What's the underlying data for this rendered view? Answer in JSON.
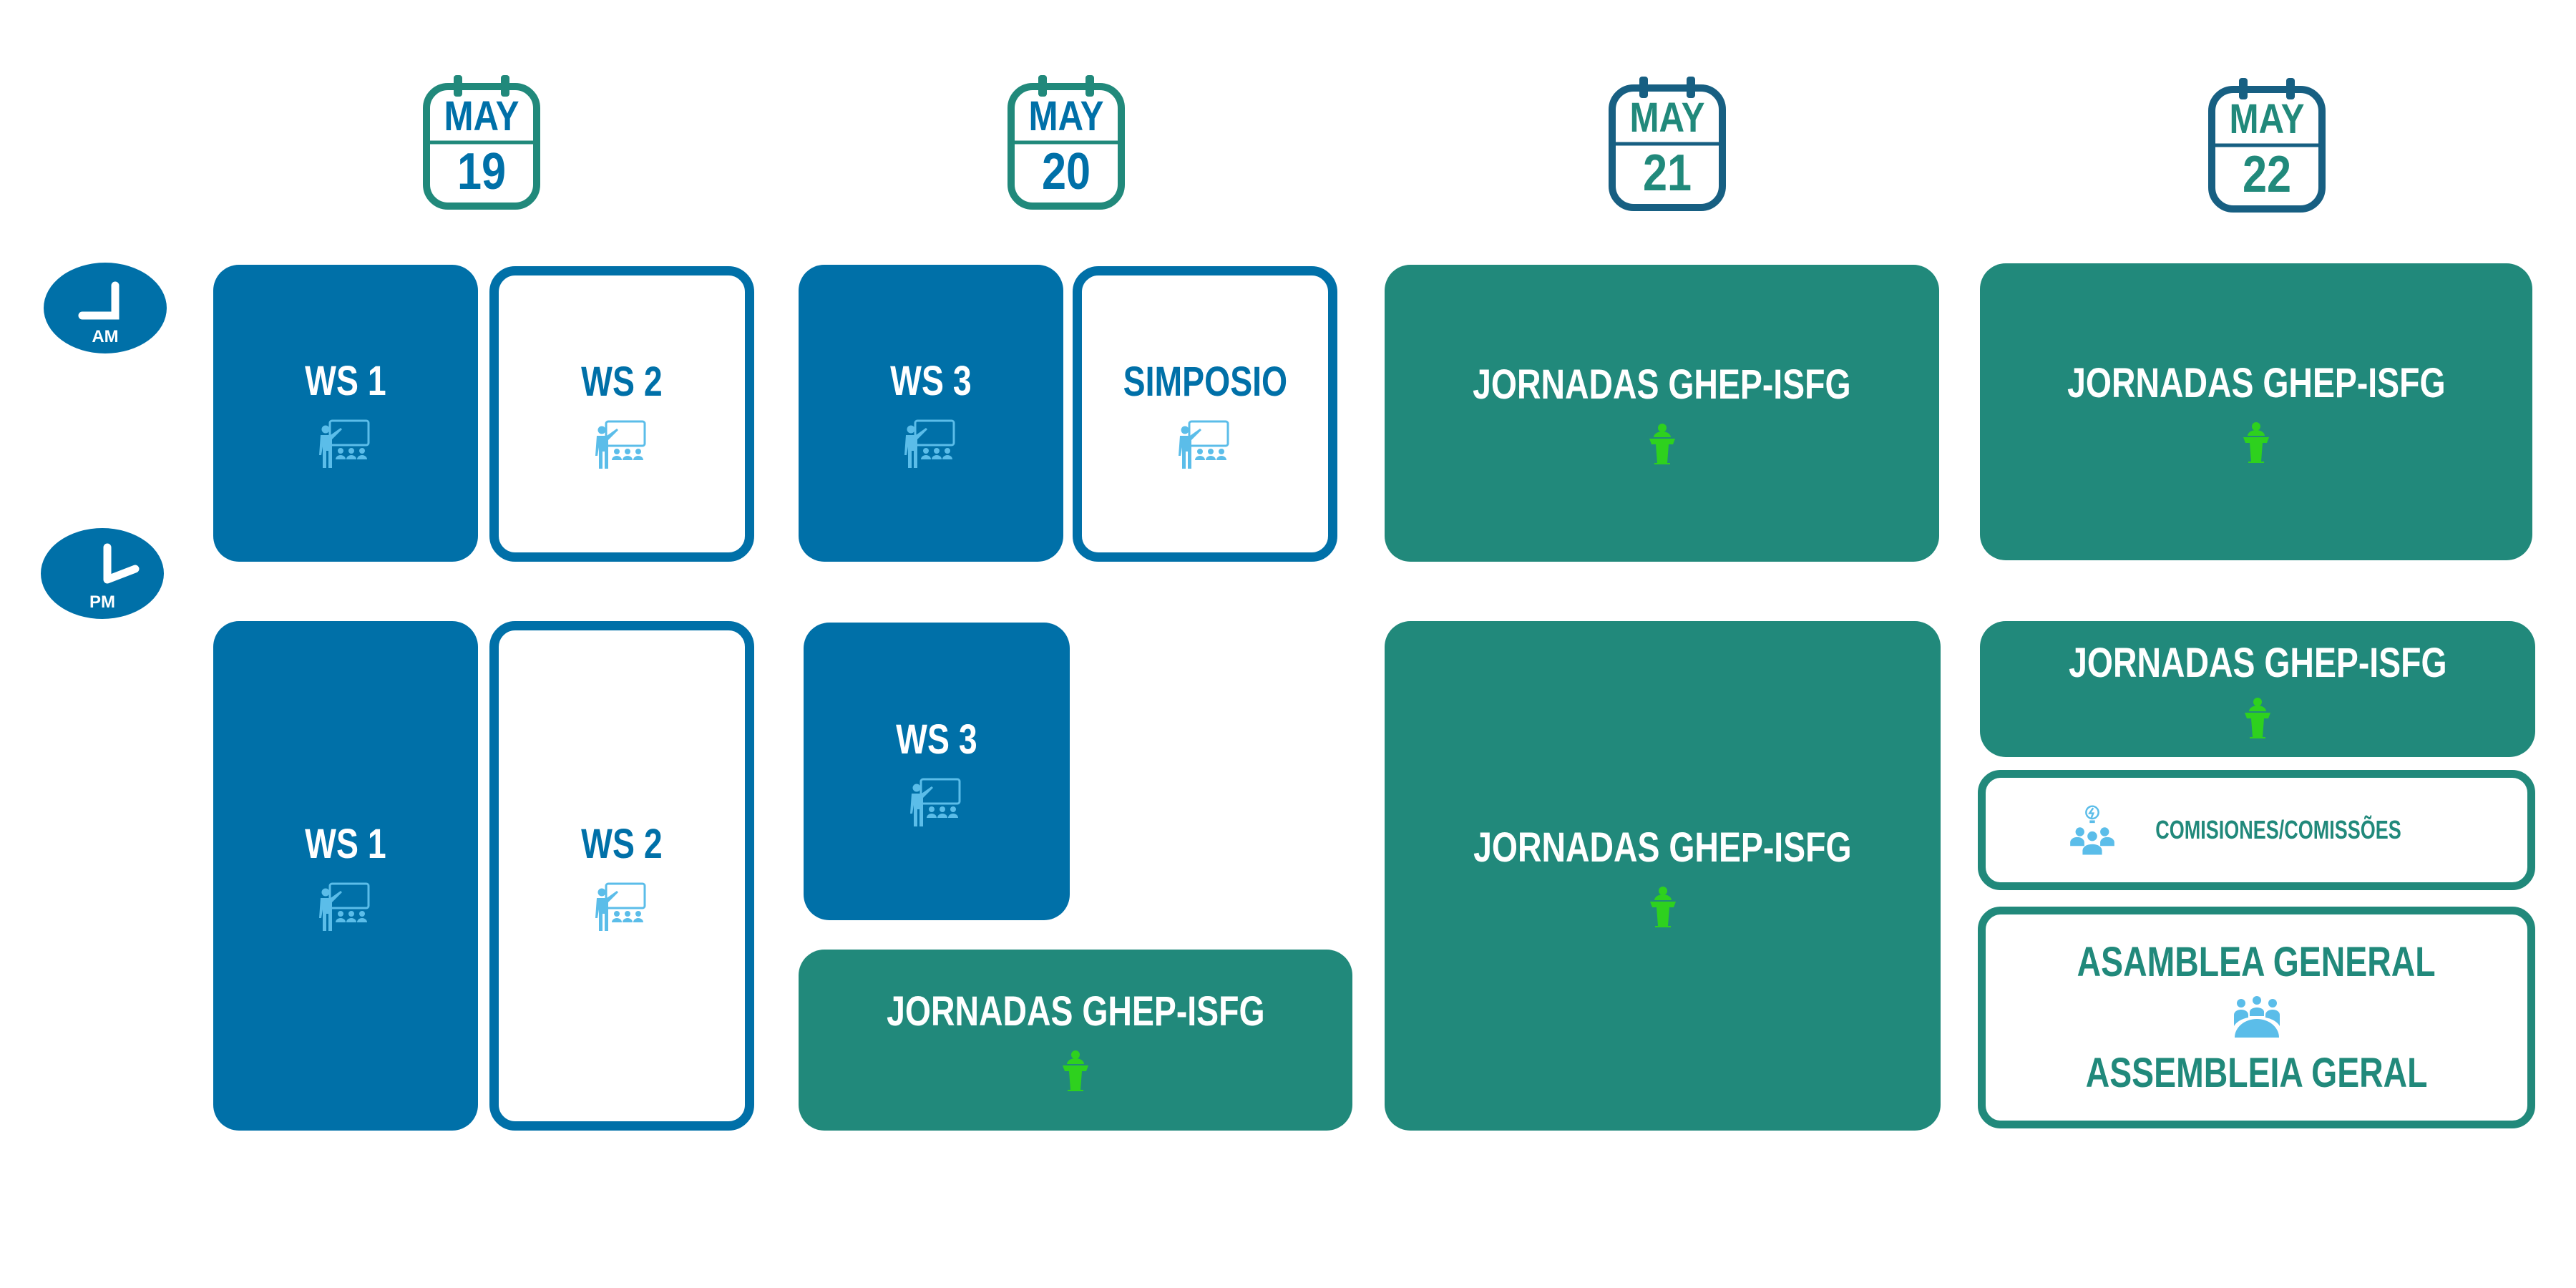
{
  "colors": {
    "blue": "#0070a8",
    "teal": "#21897b",
    "icon_blue": "#5bbde9",
    "podium_green": "#2ed11e"
  },
  "days": [
    {
      "month": "MAY",
      "day": "19"
    },
    {
      "month": "MAY",
      "day": "20"
    },
    {
      "month": "MAY",
      "day": "21"
    },
    {
      "month": "MAY",
      "day": "22"
    }
  ],
  "times": {
    "am": "AM",
    "pm": "PM"
  },
  "sessions": {
    "ws1": "WS 1",
    "ws2": "WS 2",
    "ws3": "WS 3",
    "simposio": "SIMPOSIO",
    "jornadas": "JORNADAS GHEP-ISFG",
    "comisiones": "COMISIONES/COMISSÕES",
    "asamblea_es": "ASAMBLEA GENERAL",
    "asamblea_pt": "ASSEMBLEIA GERAL"
  },
  "icons": {
    "workshop": "teacher-icon",
    "talk": "podium-icon",
    "committee": "group-idea-icon",
    "assembly": "meeting-table-icon",
    "clock": "clock-icon",
    "calendar": "calendar-icon"
  }
}
